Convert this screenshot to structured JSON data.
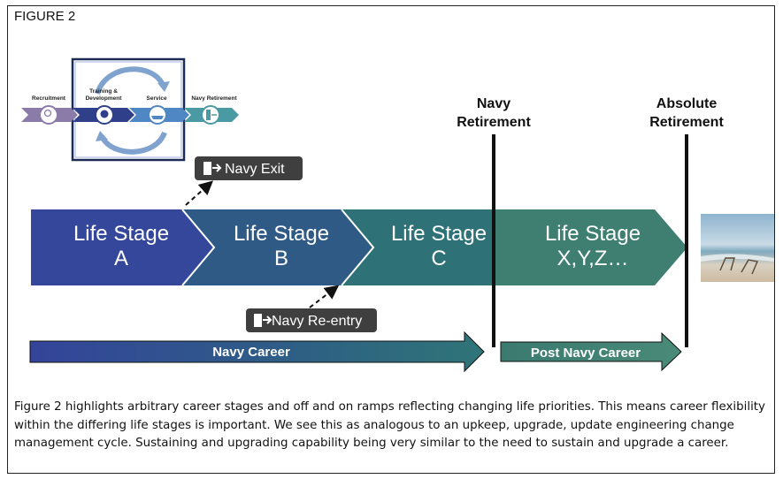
{
  "figure_label": "FIGURE 2",
  "mini_diagram": {
    "steps": [
      "Recruitment",
      "Training &",
      "Development",
      "Service",
      "Navy Retirement"
    ]
  },
  "headers": {
    "navy_retirement": [
      "Navy",
      "Retirement"
    ],
    "absolute_retirement": [
      "Absolute",
      "Retirement"
    ]
  },
  "stages": [
    {
      "line1": "Life Stage",
      "line2": "A",
      "color": "#35479a"
    },
    {
      "line1": "Life Stage",
      "line2": "B",
      "color": "#2e5a85"
    },
    {
      "line1": "Life Stage",
      "line2": "C",
      "color": "#2e7278"
    },
    {
      "line1": "Life Stage",
      "line2": "X,Y,Z…",
      "color": "#3f7f72"
    }
  ],
  "ramps": {
    "exit": "Navy Exit",
    "reentry": "Navy Re-entry"
  },
  "careers": {
    "navy": "Navy Career",
    "post_navy": "Post Navy Career"
  },
  "caption": "Figure 2 highlights arbitrary career stages and off and on ramps reflecting changing life priorities. This means career flexibility within the differing life stages is important. We see this as analogous to an upkeep, upgrade, update engineering change management cycle. Sustaining and upgrading capability being very similar to the need to sustain and upgrade a career."
}
